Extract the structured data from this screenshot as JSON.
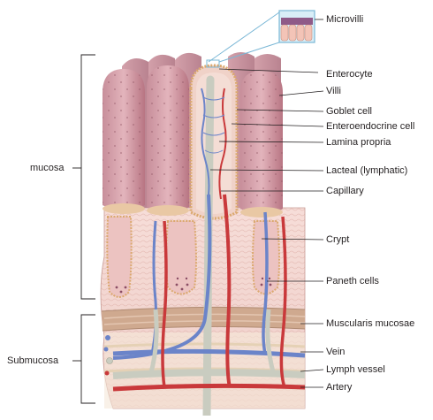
{
  "labels": {
    "microvilli": "Microvilli",
    "enterocyte": "Enterocyte",
    "villi": "Villi",
    "goblet_cell": "Goblet cell",
    "enteroendocrine_cell": "Enteroendocrine cell",
    "lamina_propria": "Lamina propria",
    "lacteal": "Lacteal (lymphatic)",
    "capillary": "Capillary",
    "crypt": "Crypt",
    "paneth_cells": "Paneth cells",
    "muscularis_mucosae": "Muscularis mucosae",
    "vein": "Vein",
    "lymph_vessel": "Lymph vessel",
    "artery": "Artery",
    "mucosa": "mucosa",
    "submucosa": "Submucosa"
  },
  "colors": {
    "villus_fill": "#d9a4ae",
    "villus_dark": "#b87583",
    "tissue_fill": "#f1d3cf",
    "vein": "#6b84c9",
    "artery": "#c9393b",
    "lymph": "#c9ccc0",
    "muscularis": "#c9a58f",
    "epithelium_yellow": "#efd77c"
  }
}
